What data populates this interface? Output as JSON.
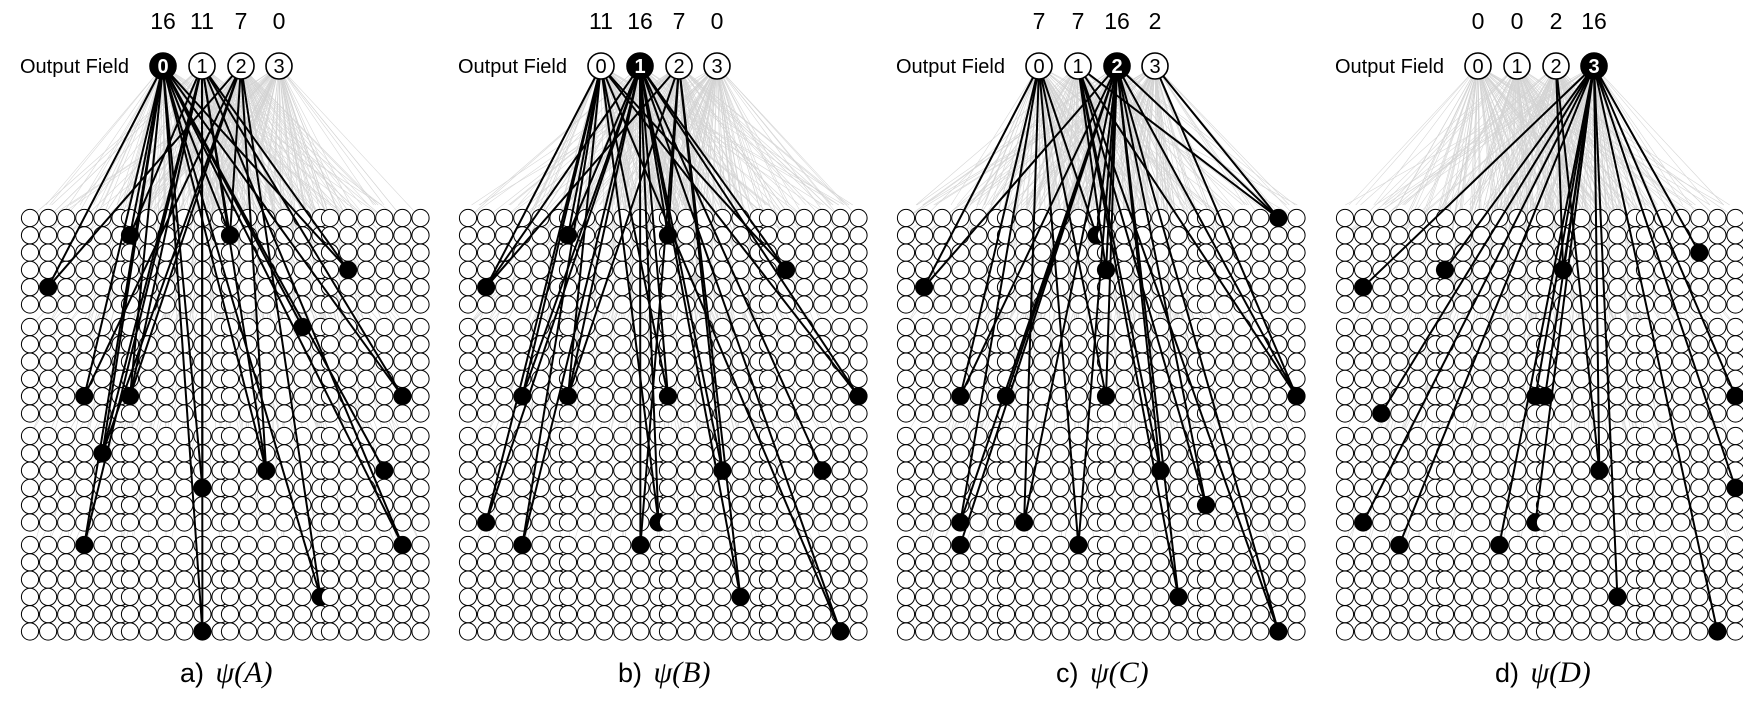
{
  "output_field_label": "Output Field",
  "panels": [
    {
      "caption_prefix": "a)",
      "caption_math": "ψ(A)",
      "active_output": 0,
      "counts": [
        "16",
        "11",
        "7",
        "0"
      ],
      "output_indices": [
        "0",
        "1",
        "2",
        "3"
      ]
    },
    {
      "caption_prefix": "b)",
      "caption_math": "ψ(B)",
      "active_output": 1,
      "counts": [
        "11",
        "16",
        "7",
        "0"
      ],
      "output_indices": [
        "0",
        "1",
        "2",
        "3"
      ]
    },
    {
      "caption_prefix": "c)",
      "caption_math": "ψ(C)",
      "active_output": 2,
      "counts": [
        "7",
        "7",
        "16",
        "2"
      ],
      "output_indices": [
        "0",
        "1",
        "2",
        "3"
      ]
    },
    {
      "caption_prefix": "d)",
      "caption_math": "ψ(D)",
      "active_output": 3,
      "counts": [
        "0",
        "0",
        "2",
        "16"
      ],
      "output_indices": [
        "0",
        "1",
        "2",
        "3"
      ]
    }
  ],
  "colors": {
    "active_node": "#000000",
    "inactive_node": "#ffffff",
    "strong_edge": "#000000",
    "weak_edge": "#b0b0b0"
  }
}
